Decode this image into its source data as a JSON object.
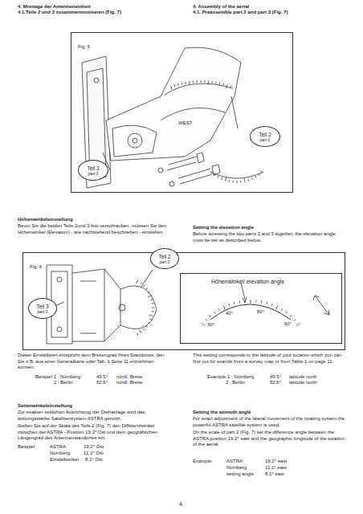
{
  "diagram": {
    "nodes": [
      {
        "text": [
          "Fig. 5"
        ]
      },
      {
        "text": [
          "Teil 2",
          "part 2"
        ],
        "in": 0
      },
      {
        "text": [
          "Teil 3",
          "part 3"
        ],
        "in": 0
      },
      {
        "text": [
          "Fig. 6"
        ]
      },
      {
        "text": [
          "Teil 3",
          "part 3"
        ],
        "in": 3
      },
      {
        "text": [
          "Teil 2",
          "part 2"
        ],
        "in": 3
      },
      {
        "text": [
          "Höhenwinkel/ elevation angle"
        ],
        "in": 3
      }
    ],
    "labels": [
      "4. Montage der Antenneneinheit",
      "4.1.Teile 2 und 3 zusammenmontieren (Fig. 7)",
      "4. Assembly of the aerial",
      "4.1. Preassemble part 2 and part 3 (Fig. 7)",
      "WEST",
      "Höhenwinkeleinstellung",
      "Bevor Sie die beiden Teile 2und 3 fest verschrauben, müssen Sie den Höhenwinkel (Elevation) - wie nachstehend beschrieben - einstellen.",
      "Setting the elevation angle",
      "Before screwing the two parts 2 and 3 together, the elevation angle must be set as described below.",
      "30°",
      "40°",
      "50°",
      "60°",
      "Dieser Einstellwert entspricht dem Breitengrad Ihres Standortes, den Sie z.B. aus einer Generalkarte oder Tab. 1 Seite 11 entnehmen können.",
      "Beispiel 1 : Nürnberg",
      "49.5°",
      "nördl. Breite",
      "2 : Berlin",
      "52.5°",
      "nördl. Breite",
      "This setting corresponds to the latitude of your location which you can find out for examle from a survey map or from Table 1 on page 11.",
      "Example 1 : Nürnberg",
      "49.5°",
      "latitude north",
      "2 : Berlin",
      "52.5°",
      "latitude north",
      "Seitenwinkeleinstellung",
      "Zur exakten seitlichen Ausrichtung der Drehanlage wird das leistungsstarke Satellitensystem ASTRA genutzt.",
      "Stellen Sie auf der Skala des Teils 2 (Fig. 7) den Differenzwinkel zwischen der ASTRA - Position 19,2° Ost und dem geografischen Längengrad des Antennenstandortes ein.",
      "Beispiel:",
      "ASTRA",
      "19,2° Ost",
      "Nürnberg",
      "11,1° Ost",
      "Einstellwinkel",
      "8,1° Ost",
      "Setting the azimuth angle",
      "For exact adjustment of the lateral movement of the rotating system the powerful ASTRA satellite system is used.",
      "On the scale of part 2 (Fig. 7) set the difference angle between the ASTRA position 19.2° east and the geographic longitude of the location of the aerial.",
      "Example:",
      "ASTRA",
      "19.2° east",
      "Nürnberg",
      "11.1° east",
      "setting angle",
      "8.1° east",
      "4"
    ]
  }
}
